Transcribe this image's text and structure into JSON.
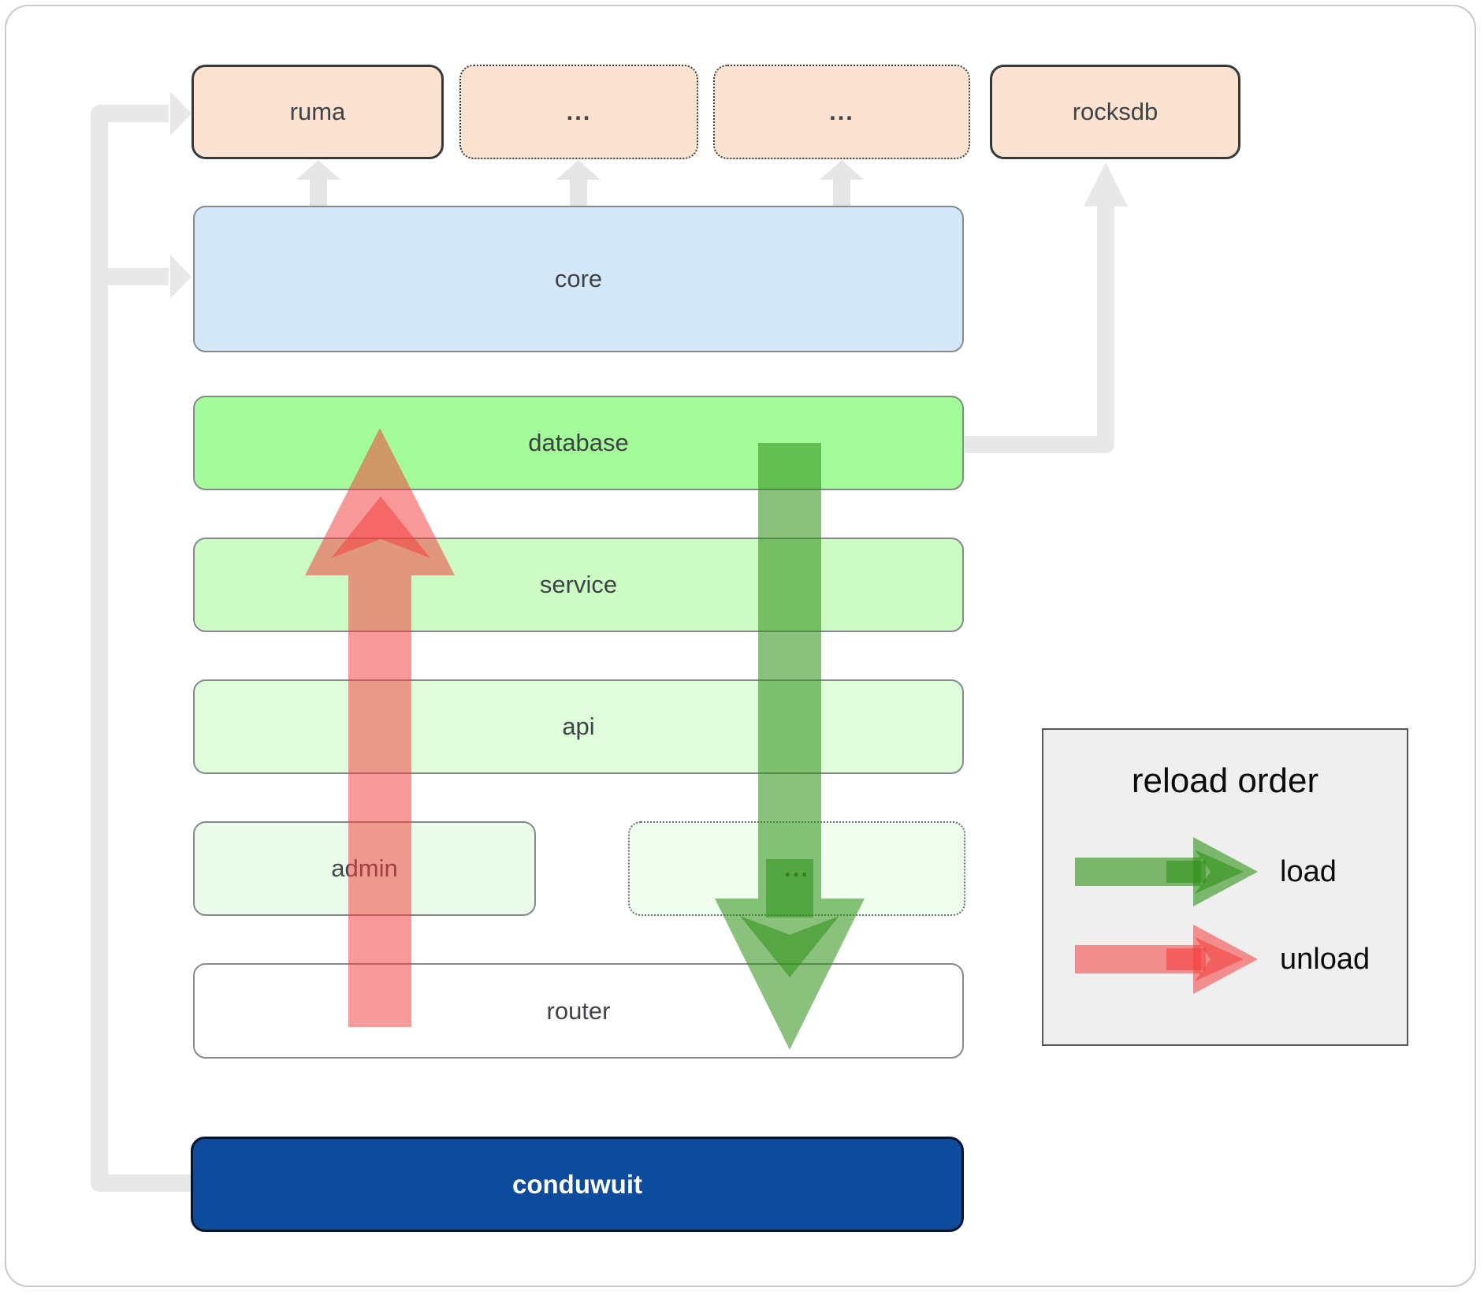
{
  "diagram": {
    "nodes": {
      "ruma": {
        "label": "ruma"
      },
      "ellipsis_top_1": {
        "label": "..."
      },
      "ellipsis_top_2": {
        "label": "..."
      },
      "rocksdb": {
        "label": "rocksdb"
      },
      "core": {
        "label": "core"
      },
      "database": {
        "label": "database"
      },
      "service": {
        "label": "service"
      },
      "api": {
        "label": "api"
      },
      "admin": {
        "label": "admin"
      },
      "ellipsis_mid": {
        "label": "..."
      },
      "router": {
        "label": "router"
      },
      "conduwuit": {
        "label": "conduwuit"
      }
    },
    "legend": {
      "title": "reload order",
      "items": [
        {
          "label": "load",
          "color": "#2e9117"
        },
        {
          "label": "unload",
          "color": "#f43c3c"
        }
      ]
    },
    "colors": {
      "load_arrow": "#2e9117",
      "unload_arrow": "#f43c3c",
      "connector_gray": "#e8e8e8",
      "top_box_bg": "#fce3d1",
      "core_bg": "#d5e8fa",
      "database_bg": "#a4fb99",
      "service_bg": "#ccfbc4",
      "api_bg": "#dffcdb",
      "admin_bg": "#ebfdea",
      "ellipsis_mid_bg": "#f0fef0",
      "router_bg": "#ffffff",
      "conduwuit_bg": "#0d4c9c",
      "conduwuit_text": "#ffffff"
    }
  }
}
